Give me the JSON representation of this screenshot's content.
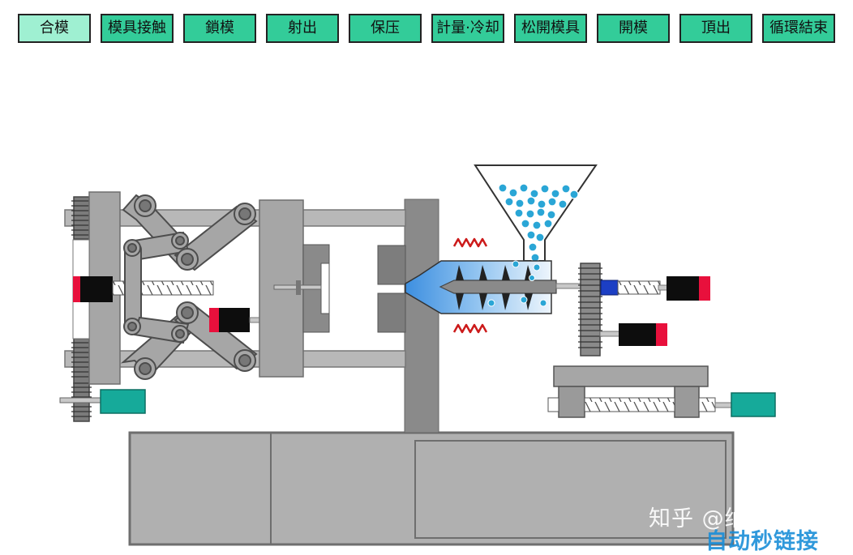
{
  "process_steps": [
    {
      "label": "合模",
      "active": true
    },
    {
      "label": "模具接触",
      "active": false
    },
    {
      "label": "鎖模",
      "active": false
    },
    {
      "label": "射出",
      "active": false
    },
    {
      "label": "保压",
      "active": false
    },
    {
      "label": "計量·冷却",
      "active": false
    },
    {
      "label": "松開模具",
      "active": false
    },
    {
      "label": "開模",
      "active": false
    },
    {
      "label": "頂出",
      "active": false
    },
    {
      "label": "循環結束",
      "active": false
    }
  ],
  "watermark": {
    "line1": "知乎 @纳磐新材",
    "line2": "自动秒链接"
  },
  "colors": {
    "tab_fill": "#33cc99",
    "tab_active_fill": "#9ff0d2",
    "steel_gray": "#a6a6a6",
    "dark_gray": "#777777",
    "motor_teal": "#16aa9a",
    "actuator_red": "#e8103c",
    "pellet_blue": "#2aa6d6",
    "heater_red": "#cc1a1a"
  },
  "icons": {
    "heater_coil": "heater-coil-icon",
    "pellets": "pellet-icon"
  }
}
